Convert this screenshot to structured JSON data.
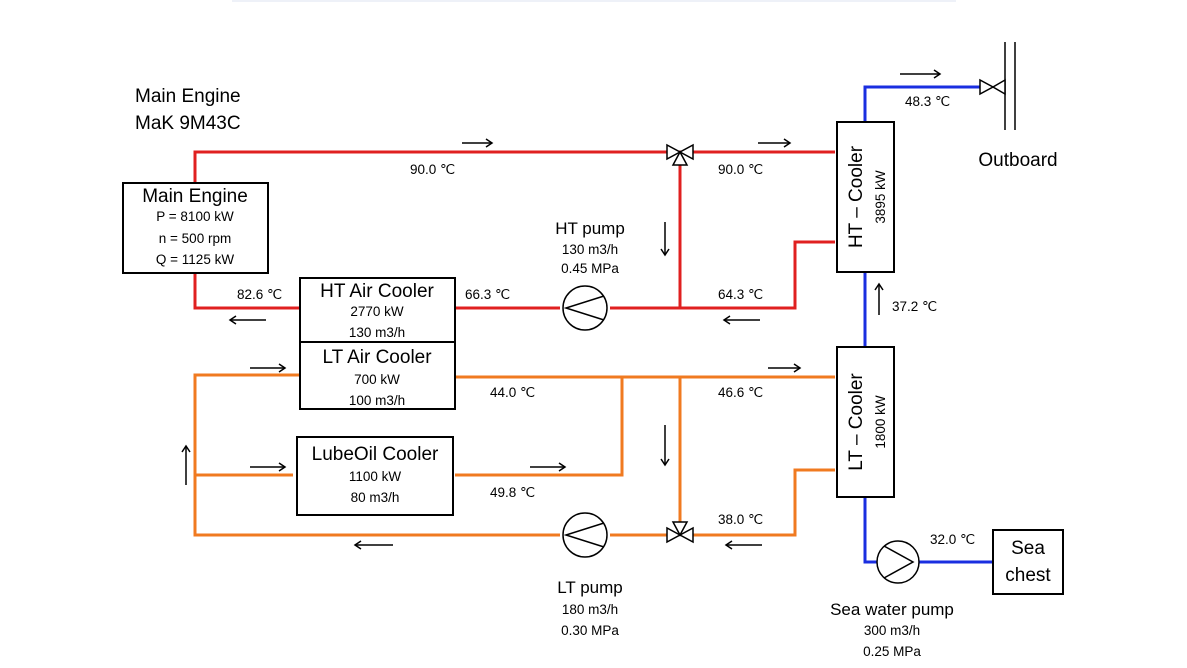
{
  "engine_heading": {
    "line1": "Main Engine",
    "line2": "MaK 9M43C"
  },
  "main_engine": {
    "title": "Main Engine",
    "power": "P = 8100 kW",
    "speed": "n = 500 rpm",
    "heat": "Q = 1125 kW"
  },
  "ht_air_cooler": {
    "title": "HT Air Cooler",
    "power": "2770 kW",
    "flow": "130 m3/h"
  },
  "lt_air_cooler": {
    "title": "LT Air Cooler",
    "power": "700 kW",
    "flow": "100 m3/h"
  },
  "lube_oil_cooler": {
    "title": "LubeOil Cooler",
    "power": "1100 kW",
    "flow": "80 m3/h"
  },
  "ht_cooler": {
    "title": "HT – Cooler",
    "power": "3895 kW"
  },
  "lt_cooler": {
    "title": "LT – Cooler",
    "power": "1800 kW"
  },
  "ht_pump": {
    "title": "HT pump",
    "flow": "130 m3/h",
    "pressure": "0.45 MPa"
  },
  "lt_pump": {
    "title": "LT pump",
    "flow": "180 m3/h",
    "pressure": "0.30 MPa"
  },
  "sea_water_pump": {
    "title": "Sea water pump",
    "flow": "300 m3/h",
    "pressure": "0.25 MPa"
  },
  "sea_chest": {
    "line1": "Sea",
    "line2": "chest"
  },
  "outboard": "Outboard",
  "temperatures": {
    "ht_engine_outlet": "90.0 ℃",
    "ht_cooler_inlet": "90.0 ℃",
    "ht_return": "82.6 ℃",
    "ht_air_cooler_inlet": "66.3 ℃",
    "ht_cooler_outlet": "64.3 ℃",
    "sea_outboard": "48.3 ℃",
    "sea_between_coolers": "37.2 ℃",
    "lt_air_cooler_outlet": "44.0 ℃",
    "lt_cooler_inlet": "46.6 ℃",
    "lube_oil_outlet": "49.8 ℃",
    "lt_cooler_outlet": "38.0 ℃",
    "sea_inlet": "32.0 ℃"
  },
  "colors": {
    "ht_circuit": "#e02020",
    "lt_circuit": "#f07a20",
    "sea_water": "#1a2ee0"
  }
}
